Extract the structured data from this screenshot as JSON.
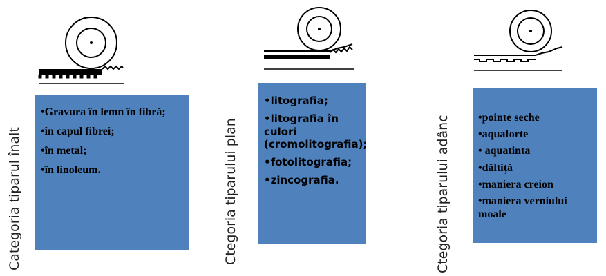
{
  "panels": [
    {
      "title": "Categoria tiparul înalt",
      "items": [
        "•Gravura în lemn în fibră;",
        "•în capul fibrei;",
        "•în metal;",
        "•în linoleum."
      ],
      "icon": "relief-printing-roller-icon"
    },
    {
      "title": "Ctegoria tiparului plan",
      "items": [
        "•litografia;",
        "•litografia în culori (cromolitografia);",
        "•fotolitografia;",
        "•zincografia."
      ],
      "icon": "planographic-printing-roller-icon"
    },
    {
      "title": "Ctegoria tiparului adânc",
      "items": [
        "•pointe seche",
        "•aquaforte",
        "• aquatinta",
        "•dăltiță",
        "•maniera creion",
        "•maniera verniului moale"
      ],
      "icon": "intaglio-printing-roller-icon"
    }
  ],
  "colors": {
    "box": "#4f81bd",
    "text": "#000000"
  }
}
